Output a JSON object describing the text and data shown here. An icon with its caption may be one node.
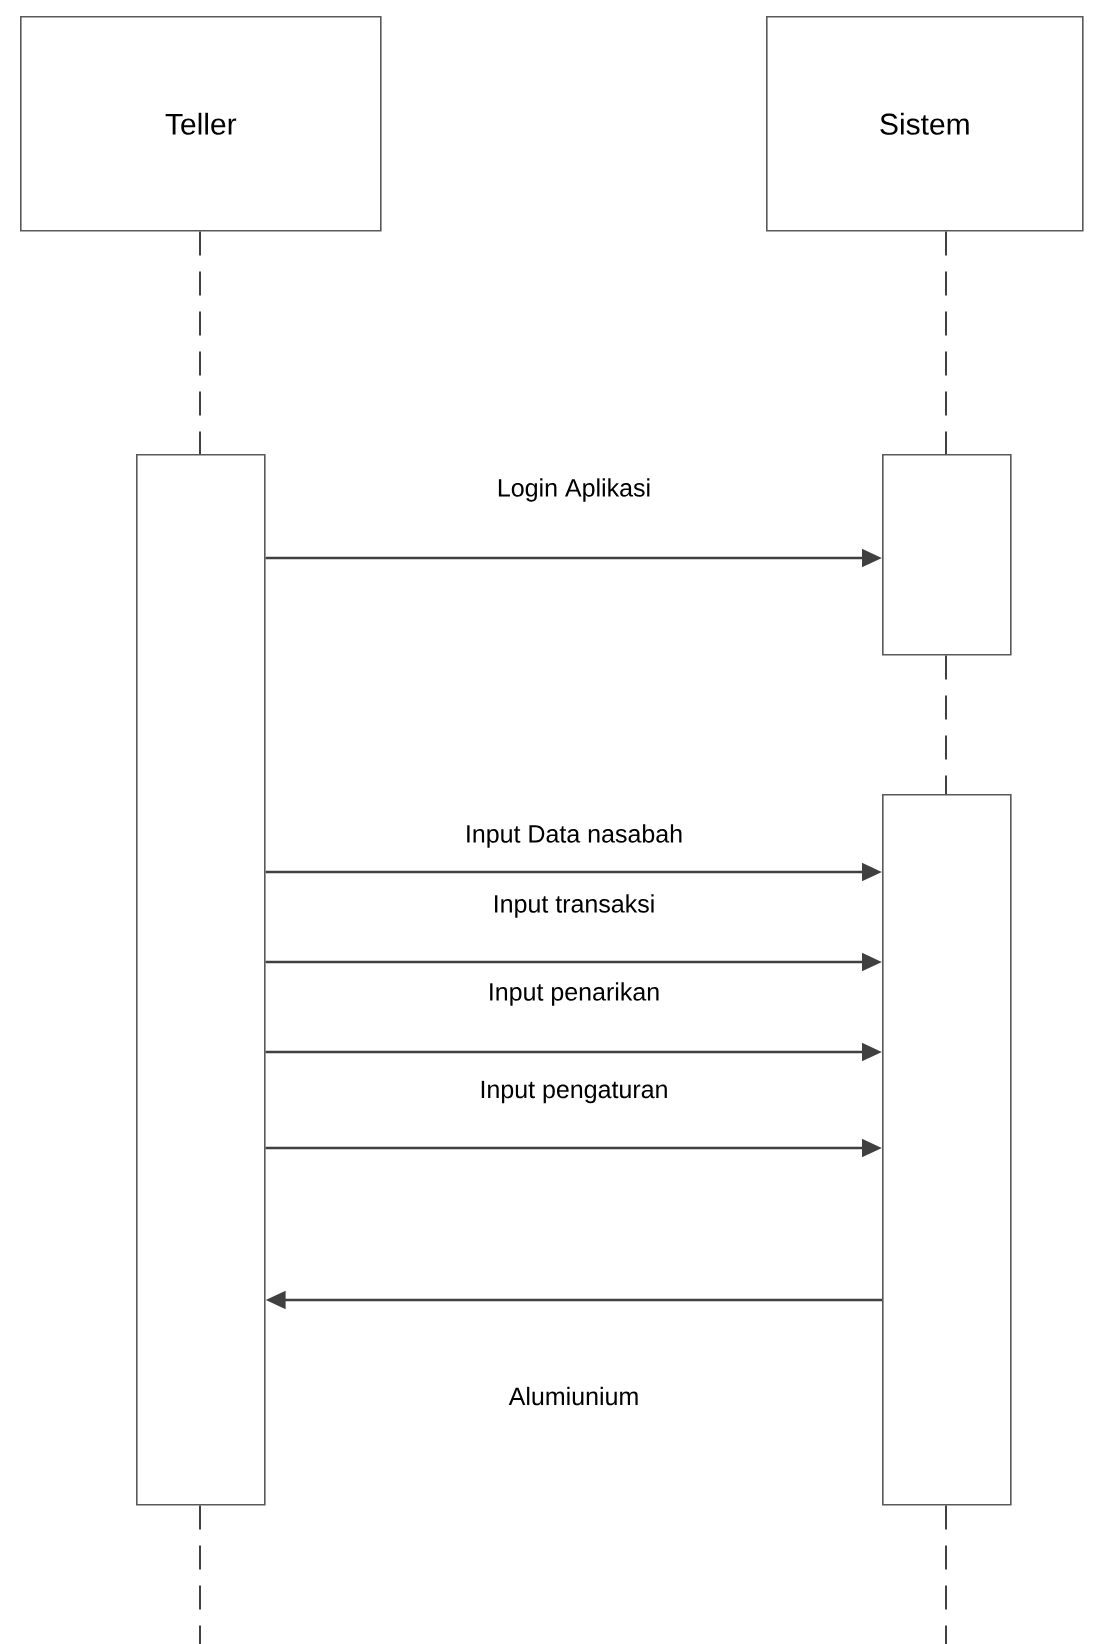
{
  "diagram": {
    "nodes": [
      {
        "text": [
          "Teller"
        ]
      },
      {
        "text": [
          "Sistem"
        ]
      },
      {
        "text": [],
        "shape": "bar"
      },
      {
        "text": [],
        "shape": "bar"
      },
      {
        "text": [],
        "shape": "bar"
      }
    ],
    "edges": [
      {
        "from": 0,
        "to": 2,
        "arrow": "none",
        "style": "dashed"
      },
      {
        "from": 1,
        "to": 3,
        "arrow": "none",
        "style": "dashed"
      },
      {
        "from": 3,
        "to": 4,
        "arrow": "none",
        "style": "dashed"
      },
      {
        "from": 2,
        "to": null,
        "arrow": "none",
        "style": "dashed"
      },
      {
        "from": 4,
        "to": null,
        "arrow": "none",
        "style": "dashed"
      },
      {
        "from": 2,
        "to": 3,
        "arrow": "to",
        "label": "Login Aplikasi"
      },
      {
        "from": 2,
        "to": 4,
        "arrow": "to",
        "label": "Input Data nasabah"
      },
      {
        "from": 2,
        "to": 4,
        "arrow": "to",
        "label": "Input transaksi"
      },
      {
        "from": 2,
        "to": 4,
        "arrow": "to",
        "label": "Input penarikan"
      },
      {
        "from": 2,
        "to": 4,
        "arrow": "to",
        "label": "Input pengaturan"
      },
      {
        "from": 4,
        "to": 2,
        "arrow": "to",
        "label": "Alumiunium"
      }
    ]
  }
}
